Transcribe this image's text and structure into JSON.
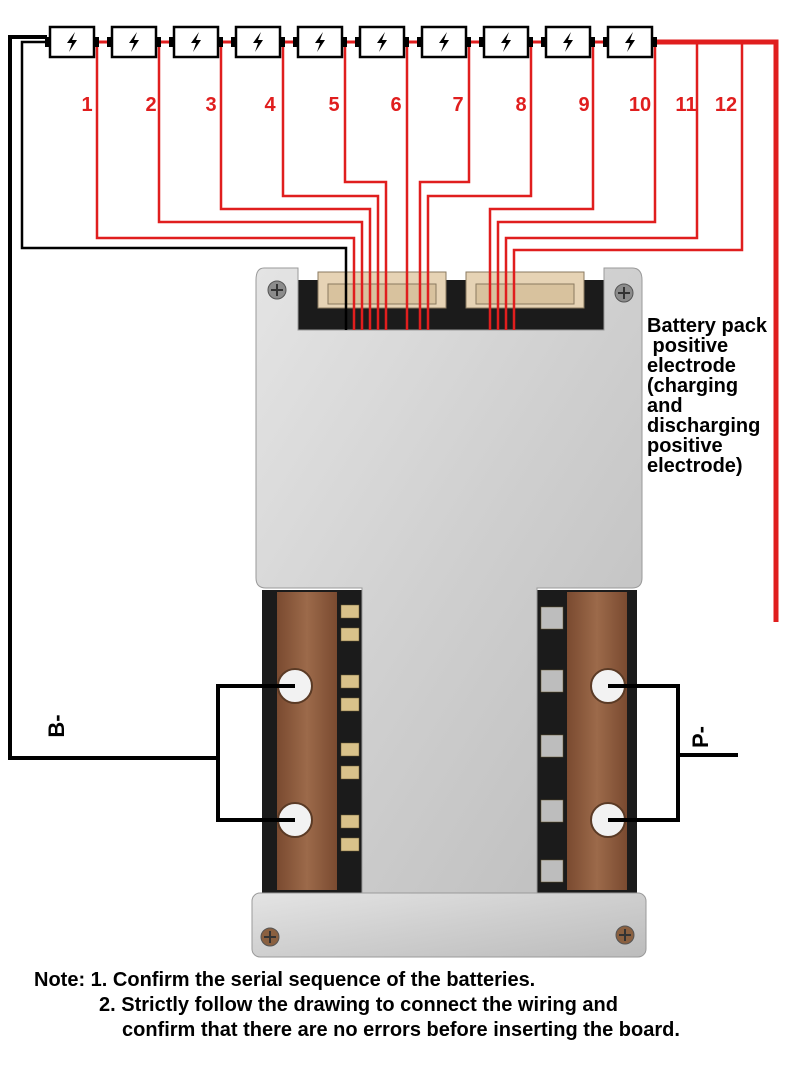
{
  "cells": [
    {
      "icon": "lightning-icon"
    },
    {
      "icon": "lightning-icon"
    },
    {
      "icon": "lightning-icon"
    },
    {
      "icon": "lightning-icon"
    },
    {
      "icon": "lightning-icon"
    },
    {
      "icon": "lightning-icon"
    },
    {
      "icon": "lightning-icon"
    },
    {
      "icon": "lightning-icon"
    },
    {
      "icon": "lightning-icon"
    },
    {
      "icon": "lightning-icon"
    }
  ],
  "wire_numbers": [
    "1",
    "2",
    "3",
    "4",
    "5",
    "6",
    "7",
    "8",
    "9",
    "10",
    "11",
    "12"
  ],
  "labels": {
    "b_minus": "B-",
    "p_minus": "P-",
    "positive_electrode": [
      "Battery pack",
      " positive",
      "electrode",
      "(charging",
      "and",
      "discharging",
      "positive",
      "electrode)"
    ]
  },
  "note": {
    "prefix": "Note:",
    "line1": "1. Confirm the serial sequence of the batteries.",
    "line2": "2. Strictly follow the drawing to connect the wiring and",
    "line3": "confirm that there are no errors before inserting the board."
  },
  "colors": {
    "wire_red": "#e01e1e",
    "wire_black": "#000000",
    "plate": "#c9c9c9",
    "copper": "#8a5a3c",
    "pcb": "#1b1b1b"
  }
}
